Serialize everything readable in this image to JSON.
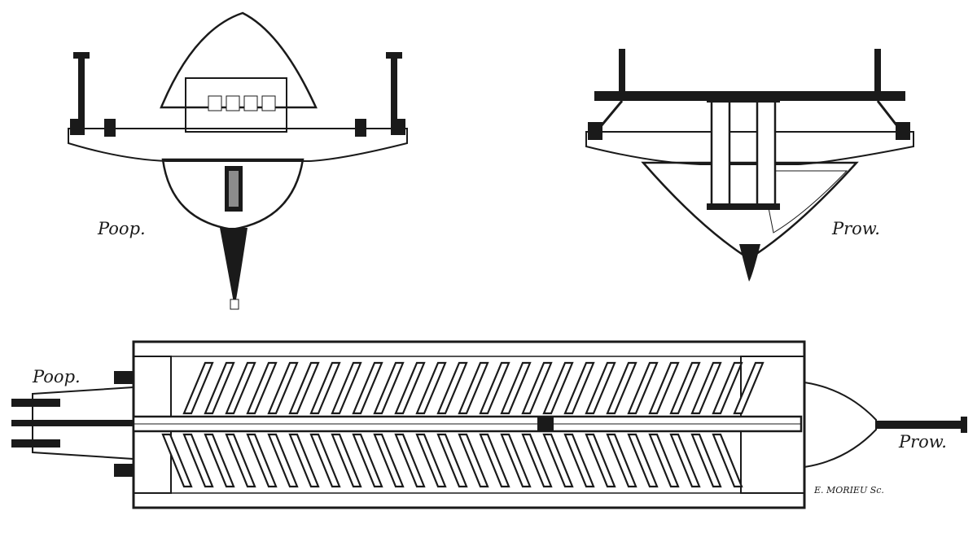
{
  "labels": {
    "poop_view": "Poop.",
    "prow_view": "Prow.",
    "plan_poop": "Poop.",
    "plan_prow": "Prow."
  },
  "engraver_signature": "E. MORIEU Sc.",
  "colors": {
    "ink": "#1a1a1a",
    "paper": "#ffffff"
  }
}
